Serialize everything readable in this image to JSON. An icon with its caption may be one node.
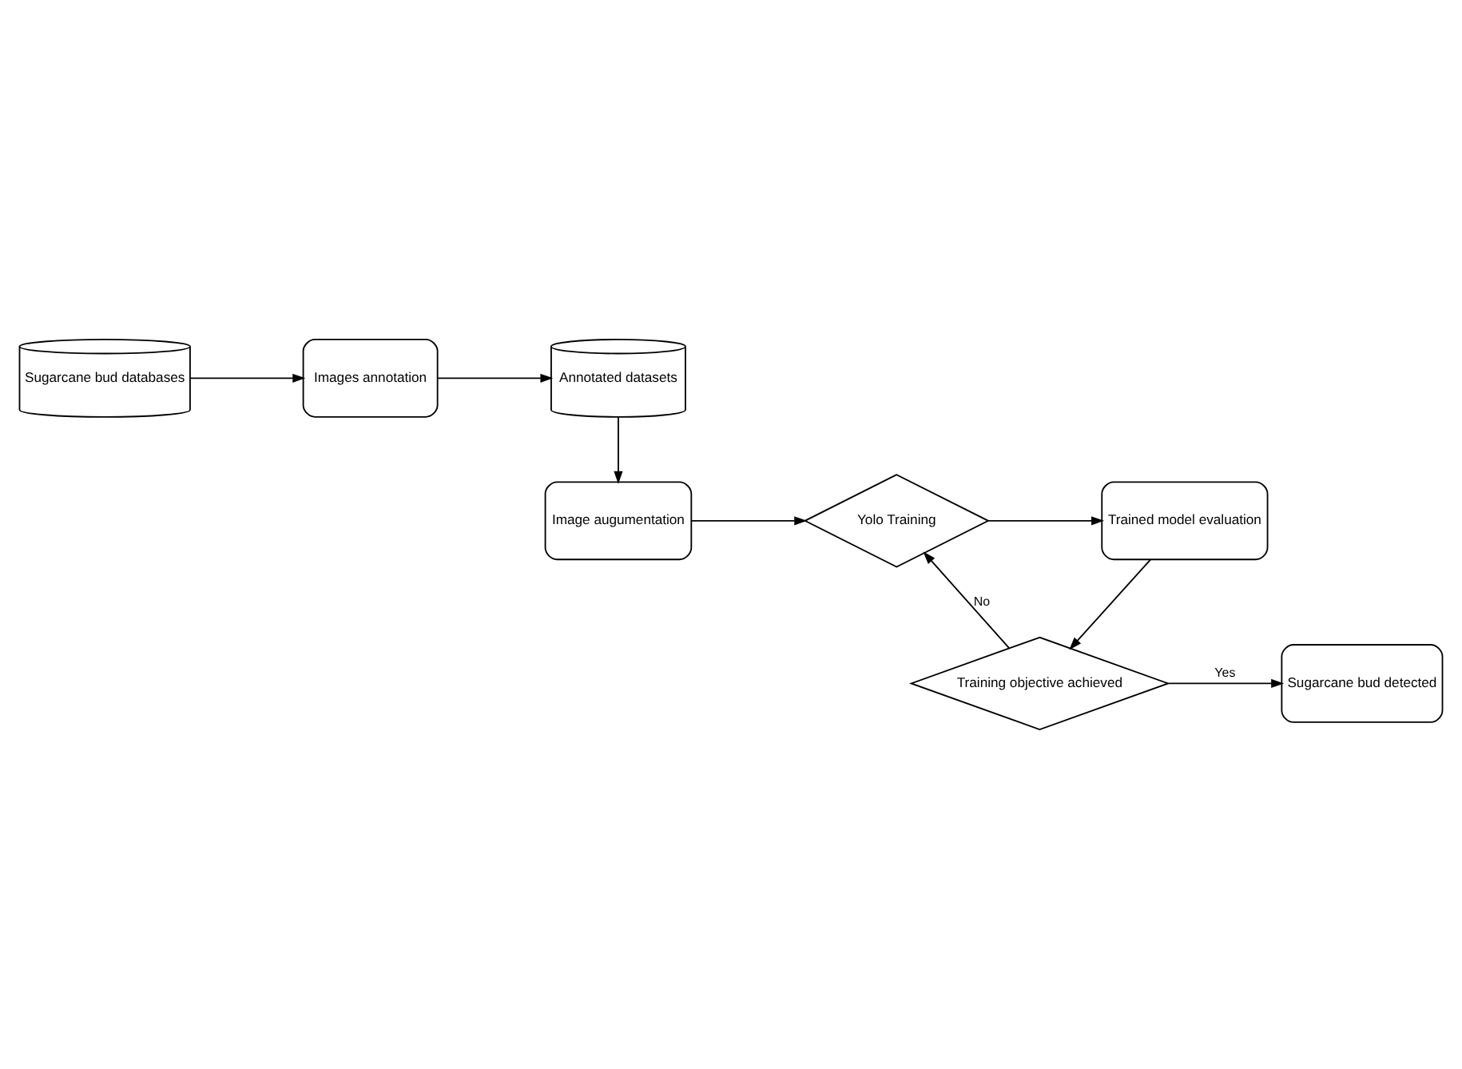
{
  "diagram": {
    "nodes": [
      {
        "text": [
          "Sugarcane bud databases"
        ]
      },
      {
        "text": [
          "Images annotation"
        ]
      },
      {
        "text": [
          "Annotated datasets"
        ]
      },
      {
        "text": [
          "Trained model evaluation"
        ]
      },
      {
        "text": [
          "Yolo Training"
        ]
      },
      {
        "text": [
          "Image augumentation"
        ]
      },
      {
        "text": [
          "Training objective achieved"
        ]
      },
      {
        "text": [
          "Sugarcane bud detected"
        ]
      }
    ],
    "edges": [
      {
        "from": 0,
        "to": 1,
        "arrow": "to"
      },
      {
        "from": 1,
        "to": 2,
        "arrow": "to"
      },
      {
        "from": 2,
        "to": 5,
        "arrow": "to"
      },
      {
        "from": 5,
        "to": 4,
        "arrow": "to"
      },
      {
        "from": 4,
        "to": 3,
        "arrow": "to"
      },
      {
        "from": 3,
        "to": 6,
        "arrow": "to"
      },
      {
        "from": 6,
        "to": 4,
        "arrow": "to",
        "label": "No"
      },
      {
        "from": 6,
        "to": 7,
        "arrow": "to",
        "label": "Yes"
      }
    ]
  }
}
